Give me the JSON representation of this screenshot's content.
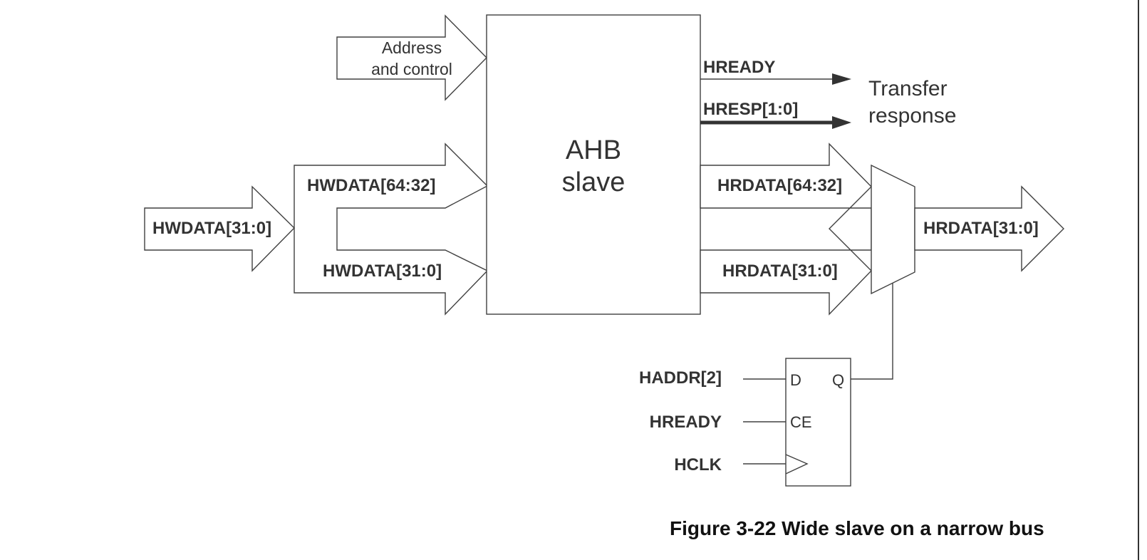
{
  "diagram": {
    "block": {
      "line1": "AHB",
      "line2": "slave"
    },
    "address_control": {
      "line1": "Address",
      "line2": "and control"
    },
    "outputs": {
      "hready": "HREADY",
      "hresp": "HRESP[1:0]"
    },
    "transfer_response": {
      "line1": "Transfer",
      "line2": "response"
    },
    "write_side": {
      "input": "HWDATA[31:0]",
      "upper": "HWDATA[64:32]",
      "lower": "HWDATA[31:0]"
    },
    "read_side": {
      "upper": "HRDATA[64:32]",
      "lower": "HRDATA[31:0]",
      "output": "HRDATA[31:0]"
    },
    "flipflop": {
      "inputs": {
        "haddr": "HADDR[2]",
        "hready": "HREADY",
        "hclk": "HCLK"
      },
      "ports": {
        "d": "D",
        "q": "Q",
        "ce": "CE"
      }
    }
  },
  "caption": "Figure 3-22 Wide slave on a narrow bus"
}
